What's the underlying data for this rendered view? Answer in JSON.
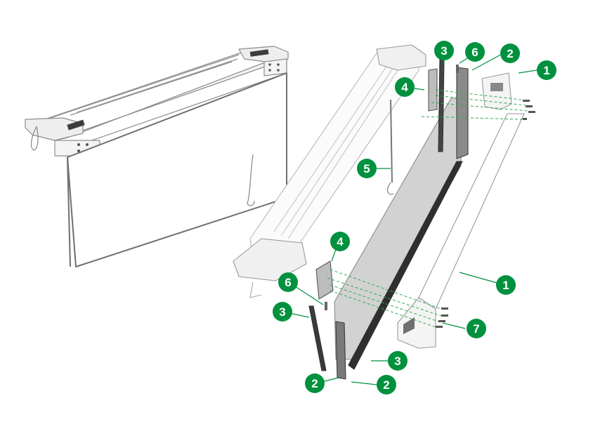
{
  "colors": {
    "callout": "#00913f",
    "callout_text": "#ffffff",
    "line": "#9a9a9a",
    "dark_line": "#3a3a3a",
    "panel": "#d6d6d6",
    "dashed": "#2faa55"
  },
  "callouts": [
    {
      "id": "c1a",
      "label": "1"
    },
    {
      "id": "c1b",
      "label": "1"
    },
    {
      "id": "c2a",
      "label": "2"
    },
    {
      "id": "c2b",
      "label": "2"
    },
    {
      "id": "c2c",
      "label": "2"
    },
    {
      "id": "c3a",
      "label": "3"
    },
    {
      "id": "c3b",
      "label": "3"
    },
    {
      "id": "c3c",
      "label": "3"
    },
    {
      "id": "c4a",
      "label": "4"
    },
    {
      "id": "c4b",
      "label": "4"
    },
    {
      "id": "c5",
      "label": "5"
    },
    {
      "id": "c6a",
      "label": "6"
    },
    {
      "id": "c6b",
      "label": "6"
    },
    {
      "id": "c7",
      "label": "7"
    }
  ]
}
